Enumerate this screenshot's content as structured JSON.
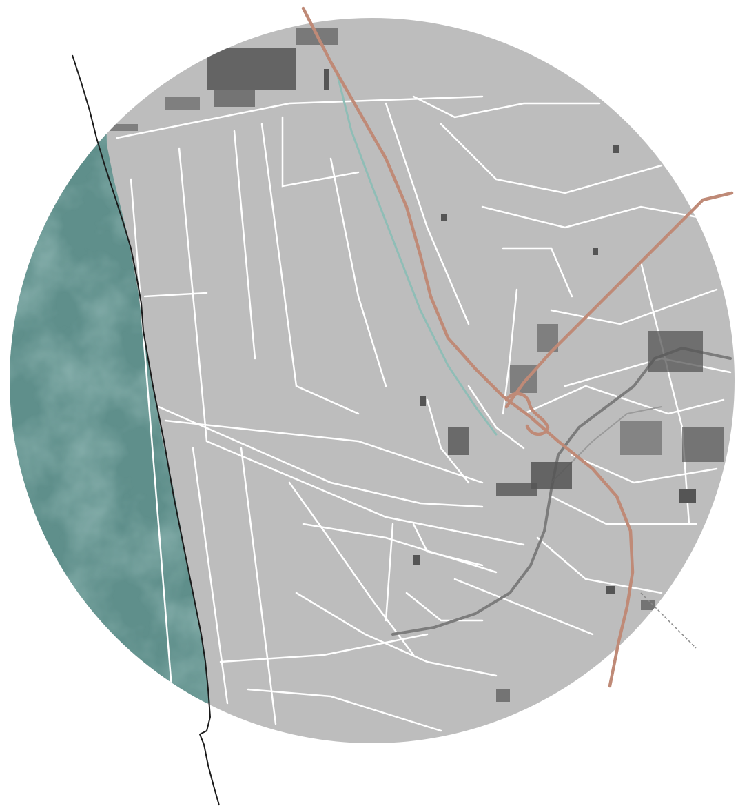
{
  "map": {
    "style": "circular-vignette",
    "colors": {
      "page_background": "#ffffff",
      "land": "#bdbdbd",
      "sea": "#5f8f8b",
      "sea_light": "#9ebcb8",
      "coastline": "#1a1a1a",
      "minor_roads": "#ffffff",
      "built_up": "#555555",
      "highway": "#bf8a77",
      "canal": "#8fbdb6",
      "river": "#7c7c7c"
    },
    "layers": [
      {
        "name": "sea",
        "icon": "water-texture"
      },
      {
        "name": "land",
        "icon": "land-fill"
      },
      {
        "name": "minor-roads",
        "icon": "white-line"
      },
      {
        "name": "built-up-areas",
        "icon": "dark-blocks"
      },
      {
        "name": "canal",
        "icon": "teal-line"
      },
      {
        "name": "river",
        "icon": "grey-line"
      },
      {
        "name": "highways",
        "icon": "salmon-line"
      },
      {
        "name": "coastline",
        "icon": "black-line"
      }
    ]
  }
}
